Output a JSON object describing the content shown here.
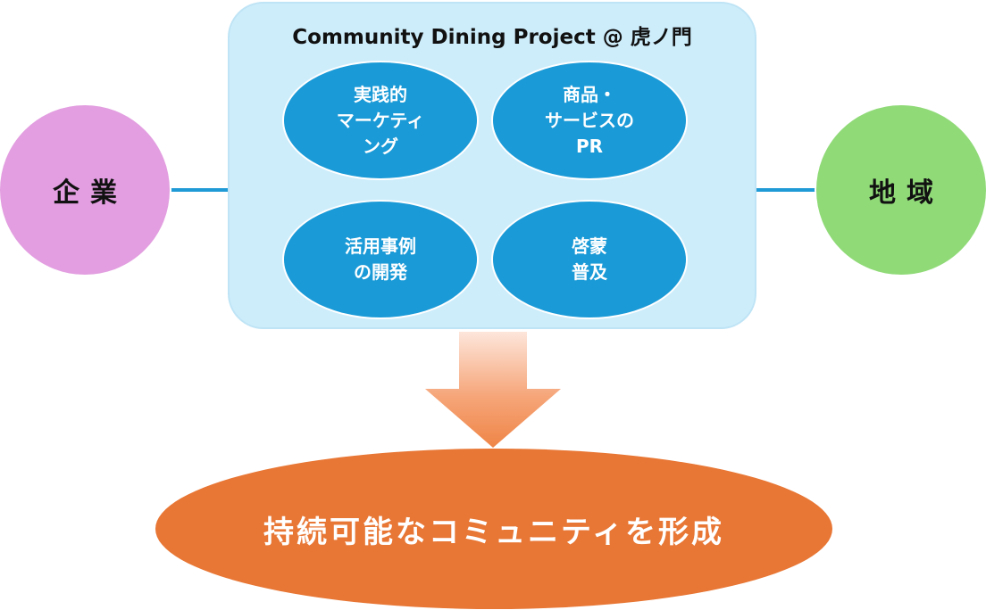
{
  "left_entity": {
    "label": "企業"
  },
  "right_entity": {
    "label": "地域"
  },
  "project": {
    "title": "Community Dining Project @ 虎ノ門",
    "activities": [
      {
        "label": "実践的\nマーケティ\nング"
      },
      {
        "label": "商品・\nサービスの\nPR"
      },
      {
        "label": "活用事例\nの開発"
      },
      {
        "label": "啓蒙\n普及"
      }
    ]
  },
  "result": {
    "label": "持続可能なコミュニティを形成"
  },
  "colors": {
    "company": "#e29ee0",
    "region": "#90da78",
    "project_bg": "#cdedfb",
    "activity": "#1a9ad7",
    "connector": "#1f9ad6",
    "arrow_top": "#fad8c8",
    "arrow_bottom": "#f08a52",
    "result": "#e87634"
  }
}
